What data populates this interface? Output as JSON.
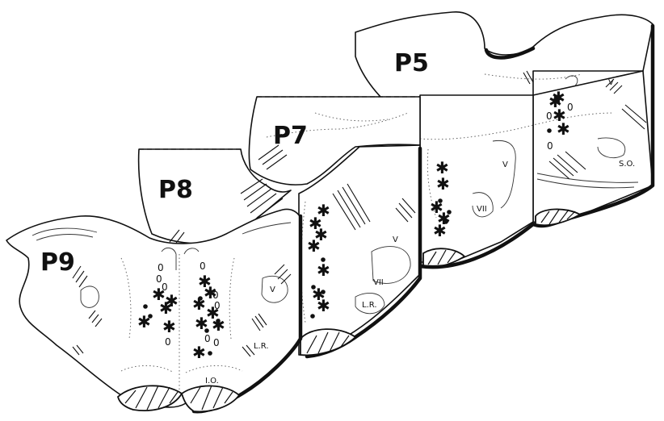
{
  "sections": [
    {
      "id": "P9",
      "label": "P9",
      "nuclei": [
        "V",
        "L.R.",
        "I.O."
      ]
    },
    {
      "id": "P8",
      "label": "P8",
      "nuclei": []
    },
    {
      "id": "P7",
      "label": "P7",
      "nuclei": [
        "V",
        "VII",
        "L.R."
      ]
    },
    {
      "id": "P5",
      "label": "P5",
      "nuclei": [
        "V",
        "VII",
        "V",
        "S.O."
      ]
    }
  ],
  "markers": {
    "star": "✱",
    "dot": "•",
    "open": "0"
  },
  "colors": {
    "ink": "#111111",
    "paper": "#ffffff",
    "stipple": "#555555"
  }
}
